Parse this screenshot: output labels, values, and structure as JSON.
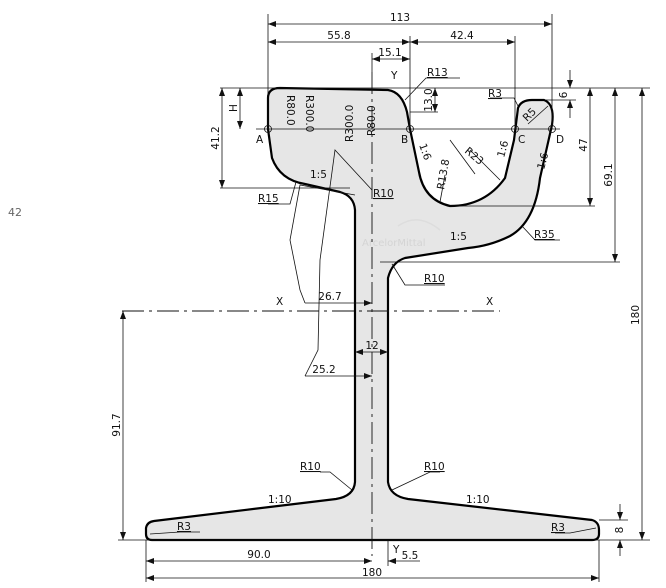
{
  "side_number": "42",
  "watermark": "ArcelorMittal",
  "dimensions": {
    "total_head_width": "113",
    "a_to_b": "55.8",
    "b_to_c": "42.4",
    "axis_to_b": "15.1",
    "depth_13": "13.0",
    "h": "H",
    "head_height": "41.2",
    "lip_offset": "6",
    "groove_depth": "47",
    "head_to_web": "69.1",
    "total_height": "180",
    "axis_height": "91.7",
    "dist_26_7": "26.7",
    "web_thickness": "12",
    "dist_25_2": "25.2",
    "half_foot": "90.0",
    "web_offset": "5.5",
    "foot_width": "180",
    "foot_edge": "8"
  },
  "radii": {
    "r13": "R13",
    "r3_head": "R3",
    "r5": "R5",
    "r13_8": "R13.8",
    "r23": "R23",
    "r80_left": "R80.0",
    "r300_left": "R300.0",
    "r300_right": "R300.0",
    "r80_right": "R80.0",
    "r10_head": "R10",
    "r15": "R15",
    "r35": "R35",
    "r10_web": "R10",
    "r10_foot_left": "R10",
    "r10_foot_right": "R10",
    "r3_foot_left": "R3",
    "r3_foot_right": "R3"
  },
  "slopes": {
    "gauge": "1:6",
    "groove": "1:6",
    "lip": "1:6",
    "head_under": "1:5",
    "web_top": "1:5",
    "foot_left": "1:10",
    "foot_right": "1:10"
  },
  "points": {
    "a": "A",
    "b": "B",
    "c": "C",
    "d": "D"
  },
  "axes": {
    "x_left": "X",
    "x_right": "X",
    "y_top": "Y",
    "y_bottom": "Y"
  }
}
